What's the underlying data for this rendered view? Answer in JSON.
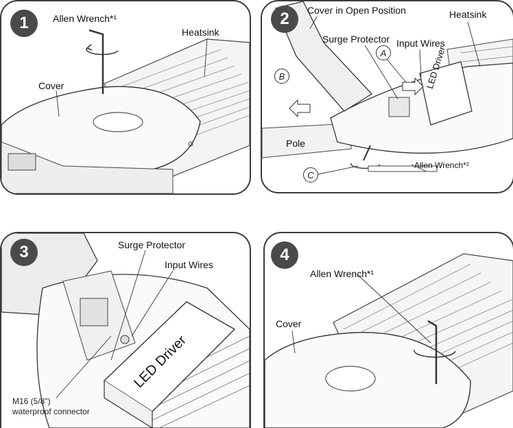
{
  "panels": [
    {
      "number": "1",
      "labels": {
        "allen_wrench": "Allen Wrench*¹",
        "heatsink": "Heatsink",
        "cover": "Cover"
      }
    },
    {
      "number": "2",
      "labels": {
        "cover_open": "Cover in Open Position",
        "heatsink": "Heatsink",
        "surge_protector": "Surge Protector",
        "input_wires": "Input Wires",
        "led_driver": "LED Driver",
        "pole": "Pole",
        "allen_wrench": "Allen Wrench*²",
        "marker_a": "A",
        "marker_b": "B",
        "marker_c": "C"
      }
    },
    {
      "number": "3",
      "labels": {
        "surge_protector": "Surge Protector",
        "input_wires": "Input Wires",
        "led_driver": "LED Driver",
        "connector_line1": "M16 (5/8\")",
        "connector_line2": "waterproof connector"
      }
    },
    {
      "number": "4",
      "labels": {
        "allen_wrench": "Allen Wrench*¹",
        "cover": "Cover"
      }
    }
  ],
  "colors": {
    "badge": "#4a4a4a",
    "outline": "#3a3a3a",
    "line": "#333333"
  }
}
